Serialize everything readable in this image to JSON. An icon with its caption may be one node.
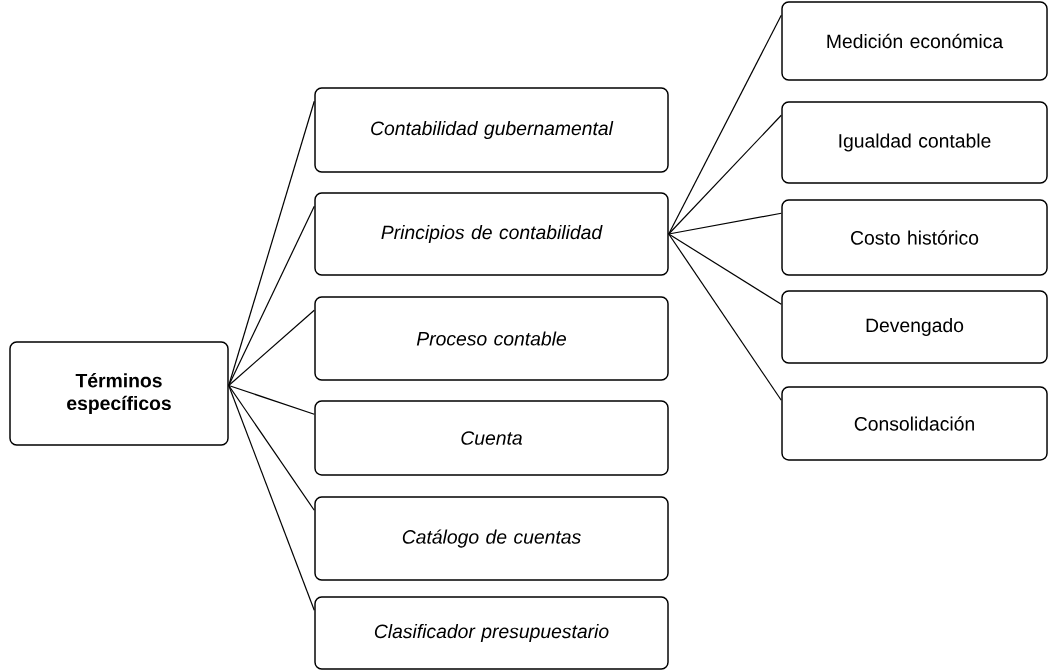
{
  "diagram": {
    "nodes": [
      {
        "text": [
          "Términos específicos"
        ]
      },
      {
        "text": [
          "Contabilidad gubernamental"
        ]
      },
      {
        "text": [
          "Principios de contabilidad"
        ]
      },
      {
        "text": [
          "Proceso contable"
        ]
      },
      {
        "text": [
          "Cuenta"
        ]
      },
      {
        "text": [
          "Catálogo de cuentas"
        ]
      },
      {
        "text": [
          "Clasificador presupuestario"
        ]
      },
      {
        "text": [
          "Medición económica"
        ]
      },
      {
        "text": [
          "Igualdad contable"
        ]
      },
      {
        "text": [
          "Costo histórico"
        ]
      },
      {
        "text": [
          "Devengado"
        ]
      },
      {
        "text": [
          "Consolidación"
        ]
      }
    ],
    "edges": [
      {
        "from": 0,
        "to": 1,
        "arrow": "none"
      },
      {
        "from": 0,
        "to": 2,
        "arrow": "none"
      },
      {
        "from": 0,
        "to": 3,
        "arrow": "none"
      },
      {
        "from": 0,
        "to": 4,
        "arrow": "none"
      },
      {
        "from": 0,
        "to": 5,
        "arrow": "none"
      },
      {
        "from": 0,
        "to": 6,
        "arrow": "none"
      },
      {
        "from": 2,
        "to": 7,
        "arrow": "none"
      },
      {
        "from": 2,
        "to": 8,
        "arrow": "none"
      },
      {
        "from": 2,
        "to": 9,
        "arrow": "none"
      },
      {
        "from": 2,
        "to": 10,
        "arrow": "none"
      },
      {
        "from": 2,
        "to": 11,
        "arrow": "none"
      }
    ]
  }
}
